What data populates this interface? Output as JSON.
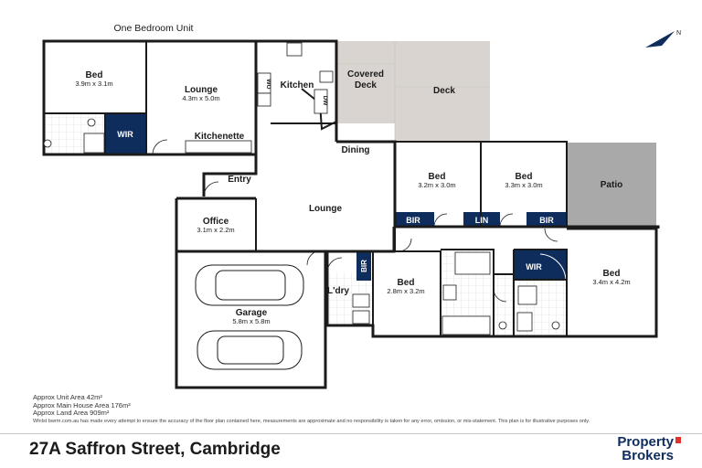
{
  "title": "One Bedroom Unit",
  "rooms": {
    "unit_bed": {
      "name": "Bed",
      "dims": "3.9m x 3.1m"
    },
    "unit_lounge": {
      "name": "Lounge",
      "dims": "4.3m x 5.0m"
    },
    "unit_wir": "WIR",
    "kitchenette": "Kitchenette",
    "wo": "WO",
    "kitchen": "Kitchen",
    "dw": "DW",
    "covered_deck": [
      "Covered",
      "Deck"
    ],
    "deck": "Deck",
    "dining": "Dining",
    "entry": "Entry",
    "lounge": "Lounge",
    "office": {
      "name": "Office",
      "dims": "3.1m x 2.2m"
    },
    "bed2": {
      "name": "Bed",
      "dims": "3.2m x 3.0m"
    },
    "bed3": {
      "name": "Bed",
      "dims": "3.3m x 3.0m"
    },
    "patio": "Patio",
    "bir1": "BIR",
    "lin": "LIN",
    "bir2": "BIR",
    "bir3": "BIR",
    "bed4": {
      "name": "Bed",
      "dims": "2.8m x 3.2m"
    },
    "laundry": "L'dry",
    "wir2": "WIR",
    "bed5": {
      "name": "Bed",
      "dims": "3.4m x 4.2m"
    },
    "garage": {
      "name": "Garage",
      "dims": "5.8m x 5.8m"
    }
  },
  "areas": [
    "Approx Unit Area 42m²",
    "Approx Main House Area 176m²",
    "Approx Land Area 909m²"
  ],
  "disclaimer": "Whilst bwrm.com.au has made every attempt to ensure the accuracy of the floor plan contained here, measurements are approximate and no responsibility is taken for any error, omission, or mis-statement. This plan is for illustrative purposes only.",
  "address": "27A Saffron Street, Cambridge",
  "logo": {
    "line1": "Property",
    "line2": "Brokers"
  },
  "icons": {
    "compass": "north-arrow-icon",
    "compass_letter": "N"
  },
  "colors": {
    "navy": "#0f2d5c",
    "deck": "#d9d4cf",
    "patio": "#a9a9a9",
    "wall": "#1b1b1b"
  }
}
